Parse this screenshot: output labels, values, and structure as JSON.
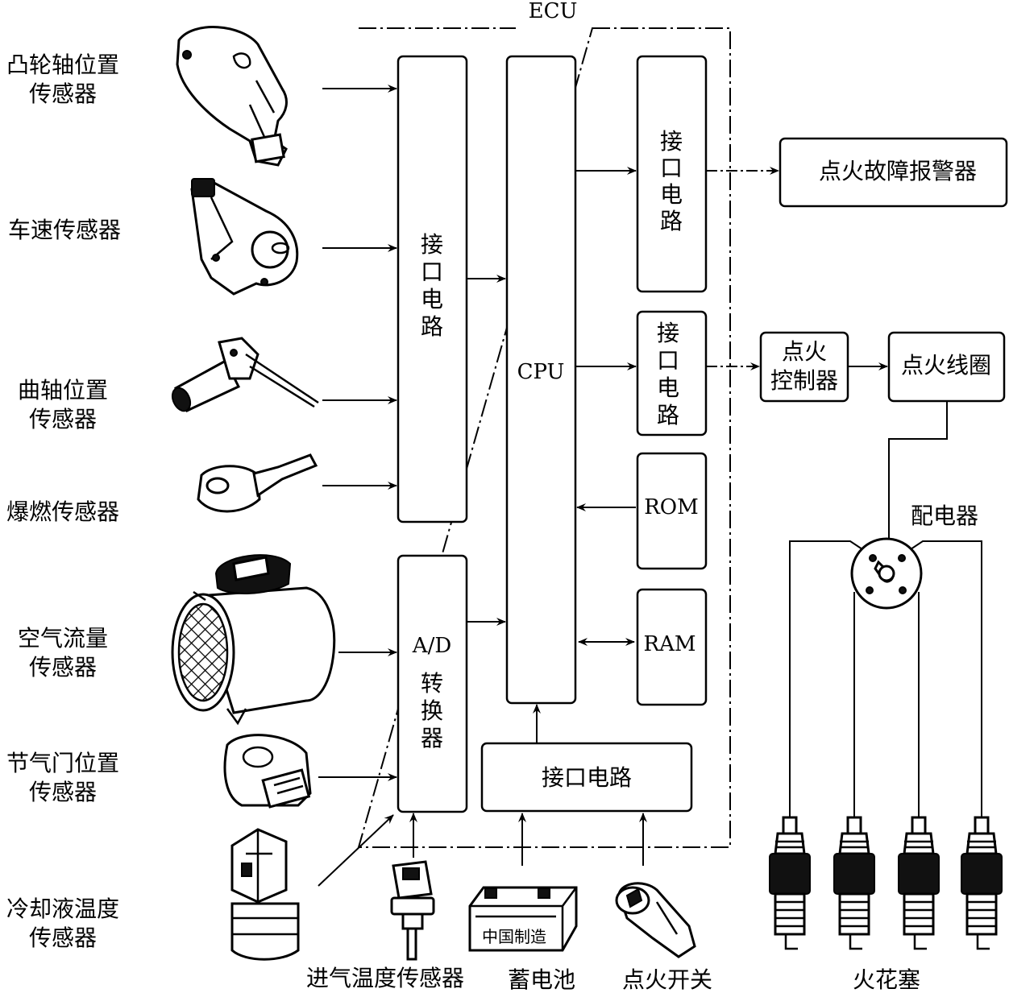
{
  "ecu": {
    "label": "ECU"
  },
  "sensors": [
    {
      "id": "cam",
      "lines": [
        "凸轮轴位置",
        "传感器"
      ]
    },
    {
      "id": "speed",
      "lines": [
        "车速传感器"
      ]
    },
    {
      "id": "crank",
      "lines": [
        "曲轴位置",
        "传感器"
      ]
    },
    {
      "id": "knock",
      "lines": [
        "爆燃传感器"
      ]
    },
    {
      "id": "airflow",
      "lines": [
        "空气流量",
        "传感器"
      ]
    },
    {
      "id": "throttle",
      "lines": [
        "节气门位置",
        "传感器"
      ]
    },
    {
      "id": "coolant",
      "lines": [
        "冷却液温度",
        "传感器"
      ]
    }
  ],
  "blocks": {
    "input_interface": [
      "接",
      "口",
      "电",
      "路"
    ],
    "ad_converter": [
      "A/D",
      "转",
      "换",
      "器"
    ],
    "cpu": "CPU",
    "bottom_interface": "接口电路",
    "out_interface_1": [
      "接",
      "口",
      "电",
      "路"
    ],
    "out_interface_2": [
      "接",
      "口",
      "电",
      "路"
    ],
    "rom": "ROM",
    "ram": "RAM"
  },
  "external": {
    "fault_alarm": "点火故障报警器",
    "ign_controller": [
      "点火",
      "控制器"
    ],
    "ign_coil": "点火线圈",
    "distributor": "配电器",
    "spark_plugs": "火花塞"
  },
  "bottom_devices": {
    "intake_temp": "进气温度传感器",
    "battery": "蓄电池",
    "battery_stamp": "中国制造",
    "ign_switch": "点火开关"
  }
}
